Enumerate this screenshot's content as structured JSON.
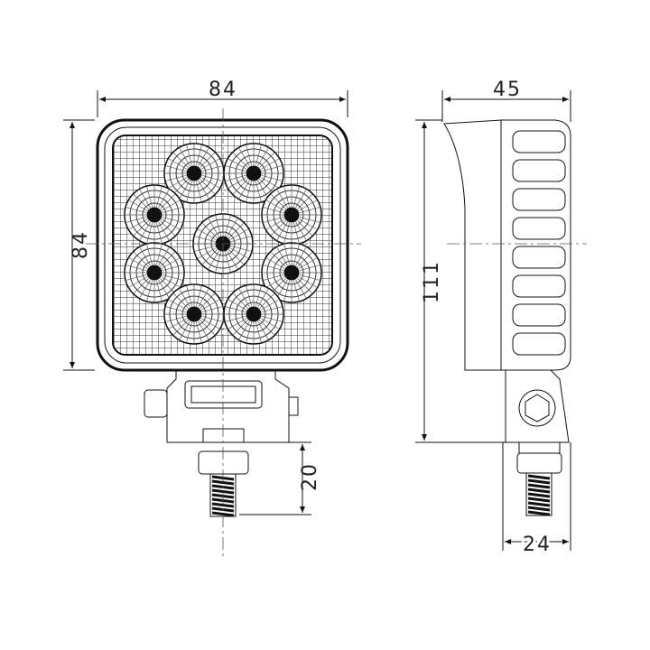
{
  "drawing": {
    "front_view": {
      "width_label": "84",
      "height_label": "84",
      "bolt_length_label": "20",
      "led_count": 9
    },
    "side_view": {
      "depth_label": "45",
      "total_height_label": "111",
      "bracket_width_label": "24"
    },
    "colors": {
      "line": "#111111",
      "background": "#ffffff"
    }
  }
}
